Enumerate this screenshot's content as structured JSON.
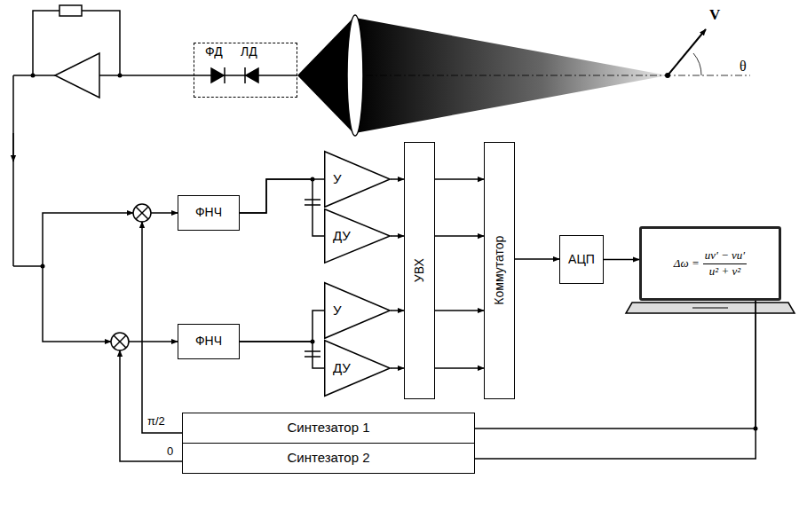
{
  "diagram": {
    "nodes": [
      {
        "text": [
          "ФД",
          "ЛД"
        ]
      },
      {
        "text": [
          "ФНЧ"
        ]
      },
      {
        "text": [
          "У"
        ]
      },
      {
        "text": [
          "ДУ"
        ]
      },
      {
        "text": [
          "УВХ"
        ]
      },
      {
        "text": [
          "Коммутатор"
        ]
      },
      {
        "text": [
          "АЦП"
        ]
      },
      {
        "text": [
          "Δω =",
          "uv′ − vu′",
          "u² + v²"
        ]
      },
      {
        "text": [
          "ФНЧ"
        ]
      },
      {
        "text": [
          "У"
        ]
      },
      {
        "text": [
          "ДУ"
        ]
      },
      {
        "text": [
          "Синтезатор 1"
        ]
      },
      {
        "text": [
          "Синтезатор 2"
        ]
      }
    ],
    "edges": [
      {
        "from": 1,
        "to": 2,
        "arrow": "none"
      },
      {
        "from": 1,
        "to": 3,
        "arrow": "none"
      },
      {
        "from": 8,
        "to": 9,
        "arrow": "none"
      },
      {
        "from": 8,
        "to": 10,
        "arrow": "none"
      },
      {
        "from": 2,
        "to": 4,
        "arrow": "to"
      },
      {
        "from": 3,
        "to": 4,
        "arrow": "to"
      },
      {
        "from": 9,
        "to": 4,
        "arrow": "to"
      },
      {
        "from": 10,
        "to": 4,
        "arrow": "to"
      },
      {
        "from": 4,
        "to": 5,
        "arrow": "to"
      },
      {
        "from": 4,
        "to": 5,
        "arrow": "to"
      },
      {
        "from": 4,
        "to": 5,
        "arrow": "to"
      },
      {
        "from": 4,
        "to": 5,
        "arrow": "to"
      },
      {
        "from": 5,
        "to": 6,
        "arrow": "to"
      },
      {
        "from": 6,
        "to": 7,
        "arrow": "to"
      },
      {
        "from": 7,
        "to": 11,
        "arrow": "none"
      },
      {
        "from": 7,
        "to": 12,
        "arrow": "none"
      }
    ],
    "labels": [
      "V",
      "θ",
      "π/2",
      "0"
    ]
  }
}
